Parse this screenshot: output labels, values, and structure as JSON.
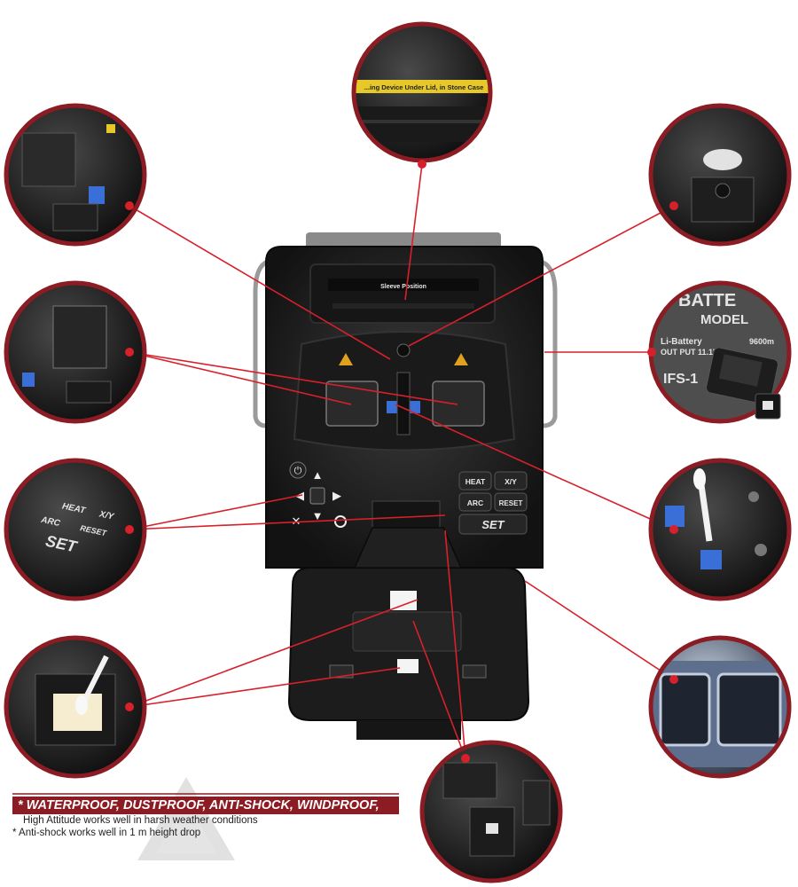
{
  "device": {
    "sleeve_label": "Sleeve Position",
    "buttons": {
      "heat": "HEAT",
      "xy": "X/Y",
      "arc": "ARC",
      "reset": "RESET",
      "set": "SET"
    }
  },
  "callouts": {
    "top_sticker": "...ing Device Under Lid, in Stone Case",
    "battery_title": "BATTE",
    "battery_model": "MODEL",
    "battery_type": "Li-Battery",
    "battery_output": "OUT PUT 11.1V",
    "battery_capacity": "9600m",
    "battery_code": "IFS-1",
    "keypad_heat": "HEAT",
    "keypad_xy": "X/Y",
    "keypad_arc": "ARC",
    "keypad_reset": "RESET",
    "keypad_set": "SET"
  },
  "badge": {
    "headline": "* WATERPROOF, DUSTPROOF, ANTI-SHOCK, WINDPROOF,",
    "line1": "High Attitude works well in harsh weather conditions",
    "line2": "* Anti-shock works well in 1 m height drop"
  },
  "colors": {
    "accent_red": "#d8202a",
    "ring_red": "#8c1c24",
    "device_body": "#1f1f1f"
  }
}
